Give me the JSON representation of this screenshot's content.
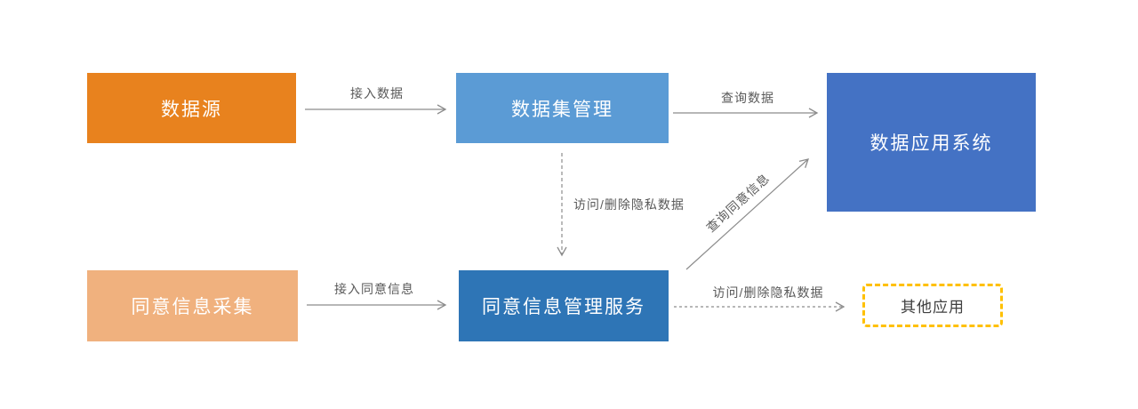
{
  "diagram": {
    "nodes": {
      "data_source": "数据源",
      "dataset_mgmt": "数据集管理",
      "data_app": "数据应用系统",
      "consent_collect": "同意信息采集",
      "consent_mgmt": "同意信息管理服务",
      "other_app": "其他应用"
    },
    "edges": {
      "ingest_data": "接入数据",
      "query_data": "查询数据",
      "access_delete_private_down": "访问/删除隐私数据",
      "ingest_consent": "接入同意信息",
      "query_consent": "查询同意信息",
      "access_delete_private_right": "访问/删除隐私数据"
    },
    "colors": {
      "data_source_fill": "#E8821E",
      "dataset_mgmt_fill": "#5B9BD5",
      "data_app_fill": "#4472C4",
      "consent_collect_fill": "#F0B17E",
      "consent_mgmt_fill": "#2E75B6",
      "other_app_border": "#FFC000",
      "node_text": "#FFFFFF",
      "other_app_text": "#404040",
      "arrow_stroke": "#8C8C8C",
      "edge_label_text": "#595959"
    }
  }
}
